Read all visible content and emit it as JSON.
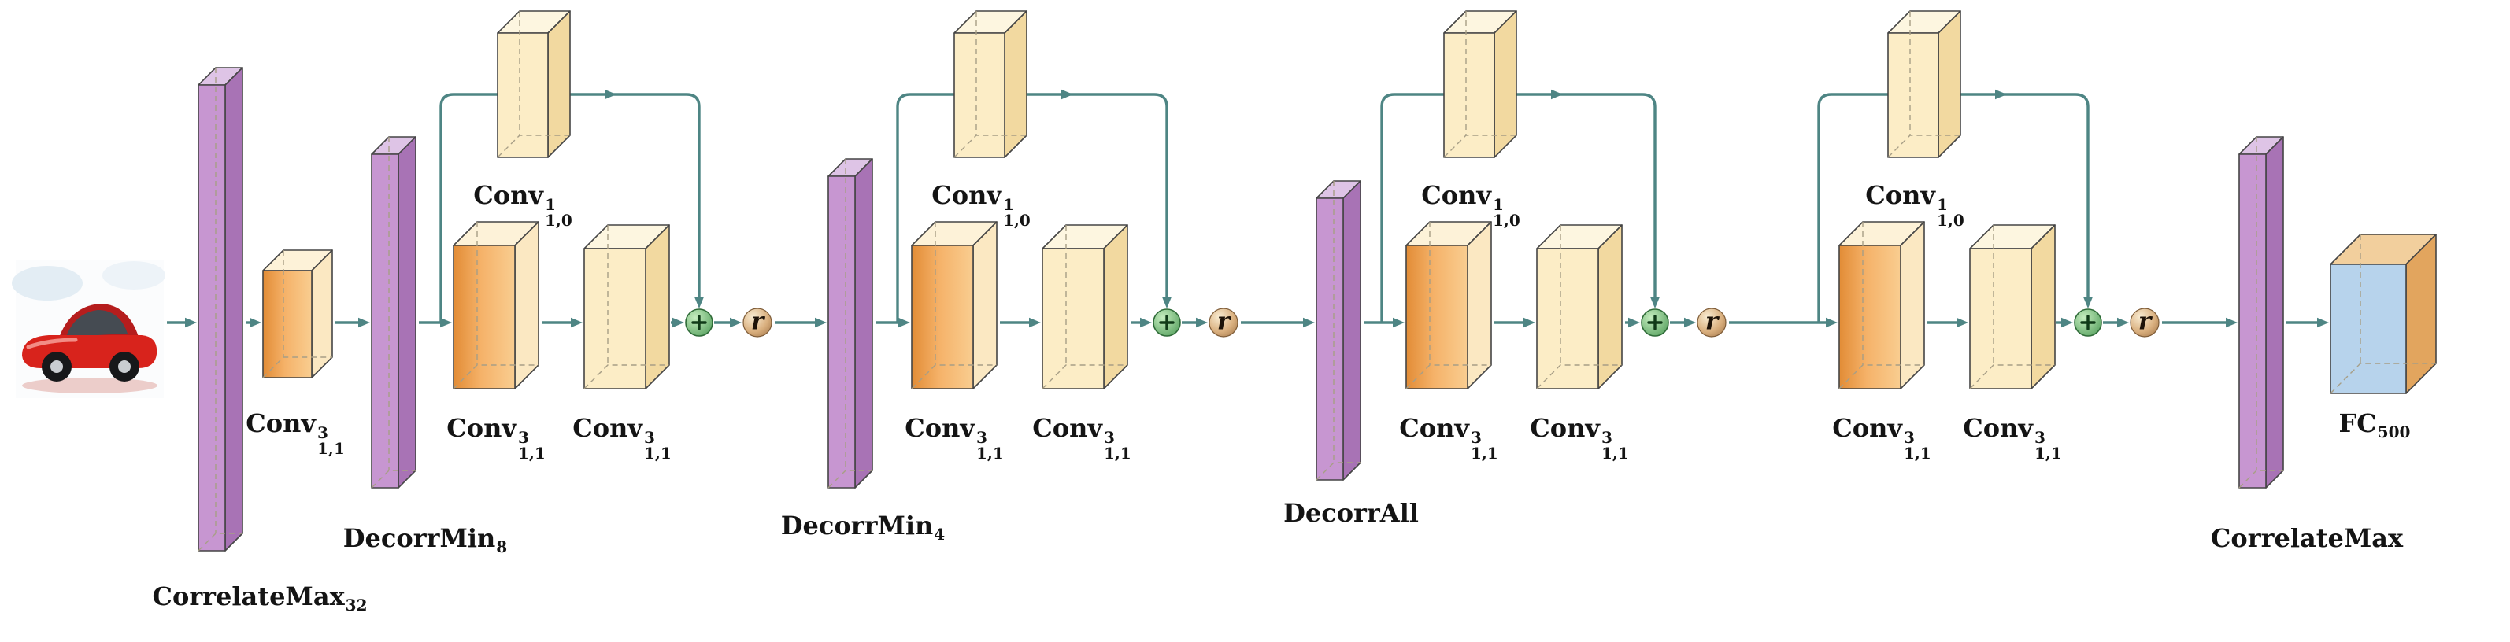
{
  "figure": {
    "type": "cnn-architecture-diagram",
    "input": {
      "label": "red car input image"
    },
    "operators": {
      "add": "+",
      "activation": "r"
    },
    "labels": {
      "correlate_max_32": {
        "base": "CorrelateMax",
        "sup": "",
        "sub": "32"
      },
      "decorr_min_8": {
        "base": "DecorrMin",
        "sup": "",
        "sub": "8"
      },
      "decorr_min_4": {
        "base": "DecorrMin",
        "sup": "",
        "sub": "4"
      },
      "decorr_all": {
        "base": "DecorrAll",
        "sup": "",
        "sub": ""
      },
      "correlate_max": {
        "base": "CorrelateMax",
        "sup": "",
        "sub": ""
      },
      "conv3_11": {
        "base": "Conv",
        "sup": "3",
        "sub": "1,1"
      },
      "conv1_10": {
        "base": "Conv",
        "sup": "1",
        "sub": "1,0"
      },
      "fc_500": {
        "base": "FC",
        "sup": "",
        "sub": "500"
      }
    },
    "colors": {
      "arrow": "#4e8584",
      "slab_front": "#c796d1",
      "conv_orange": "#f0a455",
      "conv_cream": "#fcedc6",
      "add_green": "#4d9a56",
      "activation_tan": "#c99868",
      "fc_blue": "#b7d3ec"
    }
  }
}
